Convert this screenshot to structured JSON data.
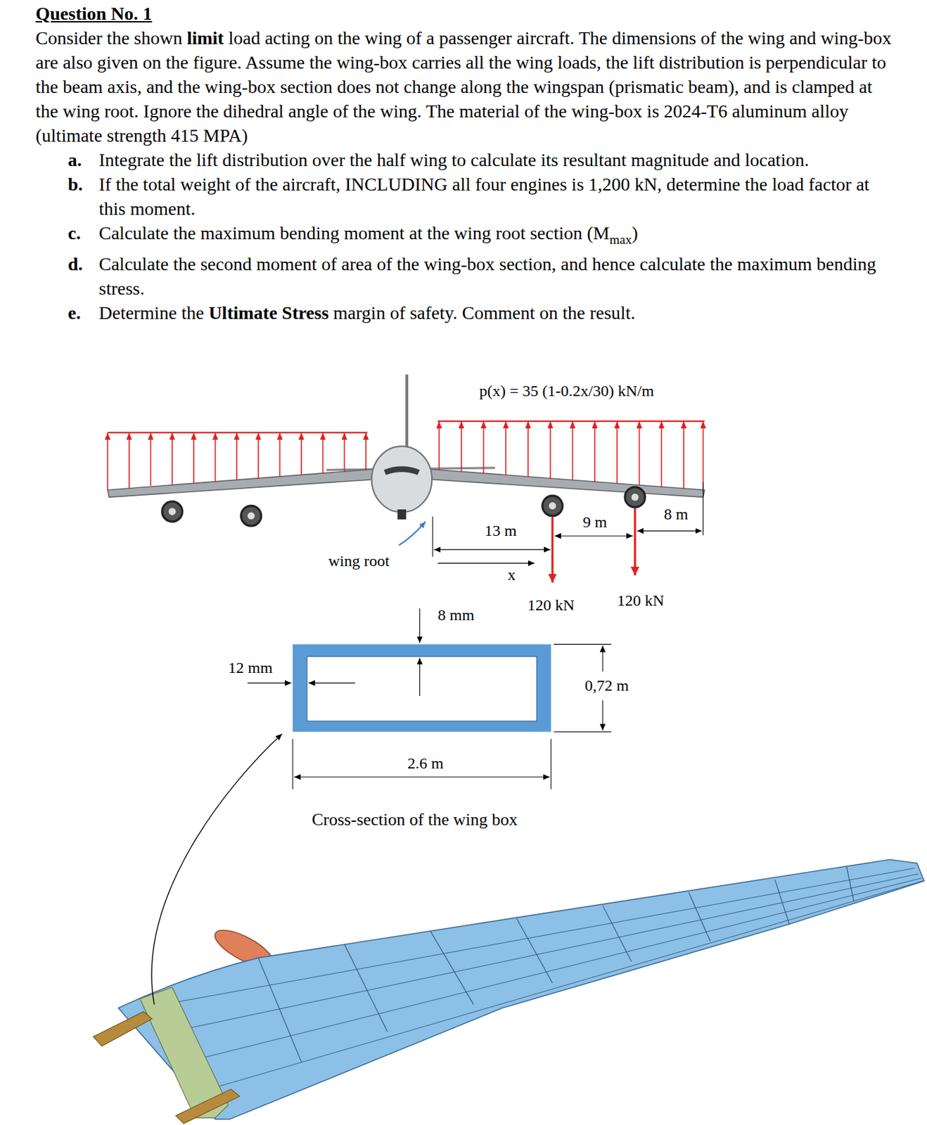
{
  "diagram": {
    "title": "Question No. 1",
    "labels": [
      "Consider the shown",
      "limit",
      "load acting on the wing of a passenger aircraft. The dimensions of the wing and wing-box are also given on the figure. Assume the wing-box carries all the wing loads, the lift distribution is perpendicular to the beam axis, and the wing-box section does not change along the wingspan (prismatic beam), and is clamped at the wing root. Ignore the dihedral angle of the wing. The material of the wing-box is 2024-T6 aluminum alloy (ultimate strength 415 MPA)",
      "a.",
      "Integrate the lift distribution over the half wing to calculate its resultant magnitude and location.",
      "b.",
      "If the total weight of the aircraft, INCLUDING all four engines is 1,200 kN, determine the load factor at this moment.",
      "c.",
      "Calculate the maximum bending moment at the wing root section (M",
      "max",
      ")",
      "d.",
      "Calculate the second moment of area of the wing-box section, and hence calculate the maximum bending stress.",
      "e.",
      "Determine the",
      "Ultimate Stress",
      "margin of safety. Comment on the result.",
      "p(x) = 35 (1-0.2x/30) kN/m",
      "13 m",
      "9 m",
      "8 m",
      "wing root",
      "x",
      "120 kN",
      "120 kN",
      "8 mm",
      "12 mm",
      "0,72 m",
      "2.6 m",
      "Cross-section of the wing box"
    ]
  }
}
